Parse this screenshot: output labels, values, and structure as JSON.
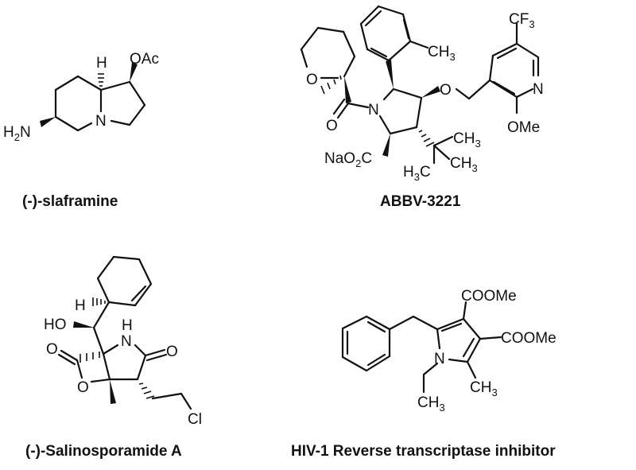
{
  "figure": {
    "compounds": [
      {
        "name": "(-)-slaframine",
        "atom_labels": {
          "oac": "OAc",
          "h": "H",
          "n": "N",
          "h2n_h": "H",
          "h2n_sub": "2",
          "h2n_n": "N"
        }
      },
      {
        "name": "ABBV-3221",
        "atom_labels": {
          "cf3_cf": "CF",
          "cf3_sub": "3",
          "ch3_c": "CH",
          "ch3_sub": "3",
          "o_ring": "O",
          "n_pyr": "N",
          "o_ether": "O",
          "n_pyrrolidine": "N",
          "o_carbonyl": "O",
          "ome": "OMe",
          "nao2c_pre": "NaO",
          "nao2c_sub": "2",
          "nao2c_post": "C",
          "tbu1_c": "CH",
          "tbu1_sub": "3",
          "tbu2_c": "CH",
          "tbu2_sub": "3",
          "tbu3_h": "H",
          "tbu3_sub": "3",
          "tbu3_c": "C"
        }
      },
      {
        "name": "(-)-Salinosporamide A",
        "atom_labels": {
          "h": "H",
          "ho": "HO",
          "nh_h": "H",
          "nh_n": "N",
          "o_lactone_c": "O",
          "o_lactam": "O",
          "o_ring": "O",
          "cl": "Cl"
        }
      },
      {
        "name": "HIV-1 Reverse transcriptase inhibitor",
        "atom_labels": {
          "coome1": "COOMe",
          "coome2": "COOMe",
          "n": "N",
          "ch3_a_c": "CH",
          "ch3_a_sub": "3",
          "ch3_b_c": "CH",
          "ch3_b_sub": "3"
        }
      }
    ]
  }
}
